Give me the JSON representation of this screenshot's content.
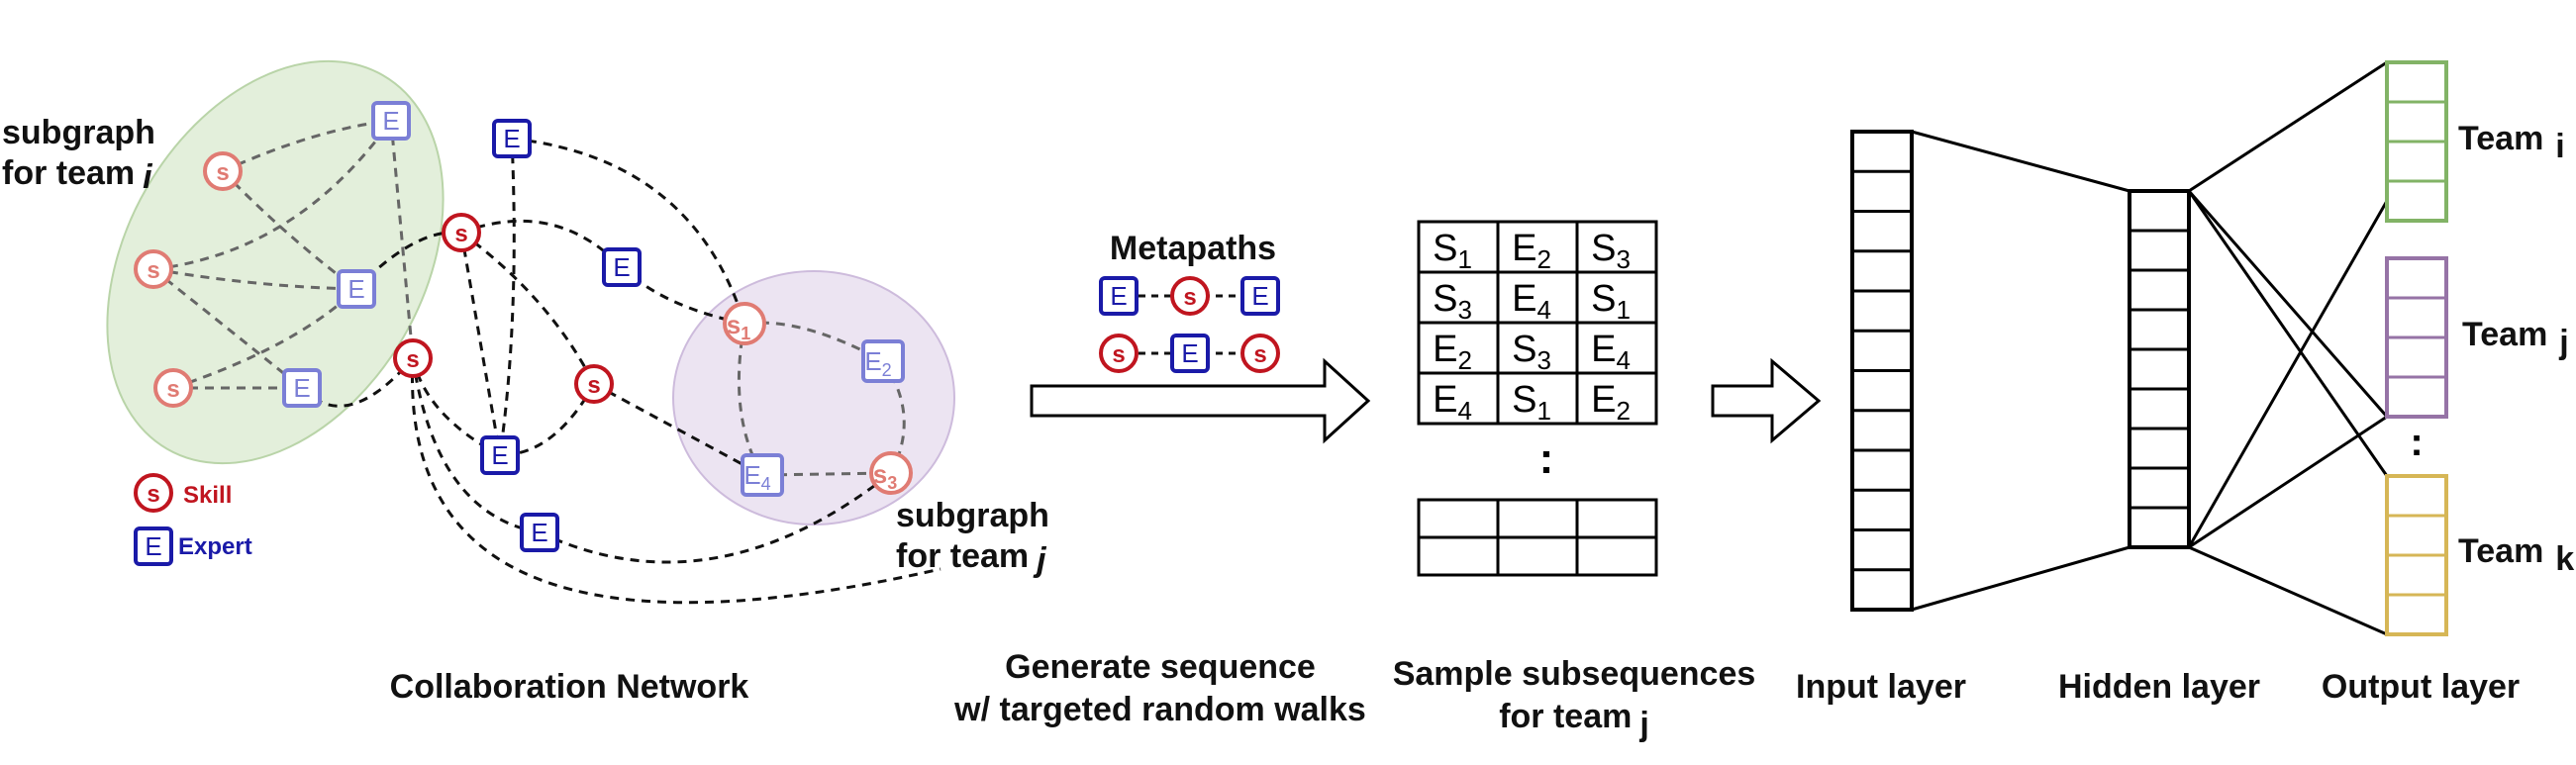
{
  "colors": {
    "skill": "#c0151f",
    "expert": "#1a1aa8",
    "faded_skill": "#e07b73",
    "faded_expert": "#7b7fd6",
    "team_i_fill": "#e3efdb",
    "team_j_fill": "#ece4f2",
    "output_green": "#82b366",
    "output_purple": "#9673a6",
    "output_gold": "#d6b656"
  },
  "node_letters": {
    "skill": "s",
    "expert": "E"
  },
  "legend": {
    "skill": "Skill",
    "expert": "Expert"
  },
  "subgraph_i": {
    "line1": "subgraph",
    "line2": "for team",
    "var": "i"
  },
  "subgraph_j": {
    "line1": "subgraph",
    "line2": "for team",
    "var": "j"
  },
  "node_subscripts": {
    "s1": "1",
    "s3": "3",
    "e2": "2",
    "e4": "4"
  },
  "metapaths": {
    "title": "Metapaths",
    "path1": [
      "E",
      "s",
      "E"
    ],
    "path2": [
      "s",
      "E",
      "s"
    ]
  },
  "sequence_table": {
    "rows": [
      [
        [
          "S",
          "1"
        ],
        [
          "E",
          "2"
        ],
        [
          "S",
          "3"
        ]
      ],
      [
        [
          "S",
          "3"
        ],
        [
          "E",
          "4"
        ],
        [
          "S",
          "1"
        ]
      ],
      [
        [
          "E",
          "2"
        ],
        [
          "S",
          "3"
        ],
        [
          "E",
          "4"
        ]
      ],
      [
        [
          "E",
          "4"
        ],
        [
          "S",
          "1"
        ],
        [
          "E",
          "2"
        ]
      ]
    ],
    "ellipsis": ":"
  },
  "captions": {
    "collab": "Collaboration Network",
    "generate_1": "Generate sequence",
    "generate_2": "w/ targeted random walks",
    "sample_1": "Sample subsequences",
    "sample_2": "for team",
    "sample_2_var": "j",
    "input": "Input layer",
    "hidden": "Hidden layer",
    "output": "Output layer"
  },
  "teams": {
    "i": {
      "label": "Team",
      "var": "i"
    },
    "j": {
      "label": "Team",
      "var": "j"
    },
    "k": {
      "label": "Team",
      "var": "k"
    },
    "ellipsis": ":"
  }
}
